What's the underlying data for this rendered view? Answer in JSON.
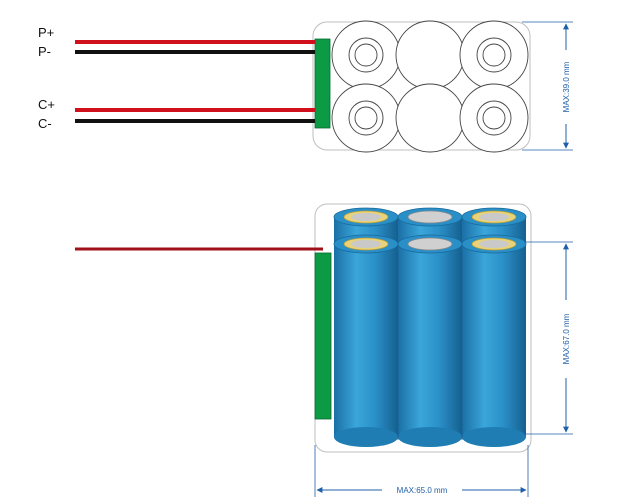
{
  "wires": {
    "p_plus": "P+",
    "p_minus": "P-",
    "c_plus": "C+",
    "c_minus": "C-"
  },
  "dimensions": {
    "height_top_view": "MAX:39.0 mm",
    "height_side_view": "MAX:67.0 mm",
    "width": "MAX:65.0 mm"
  },
  "colors": {
    "positive_wire": "#d0101c",
    "negative_wire": "#111111",
    "pcb": "#0c9a45",
    "cell_body": "#2a8fc7",
    "cell_cap": "#e8d37a",
    "dimension_line": "#1f5fa8"
  }
}
